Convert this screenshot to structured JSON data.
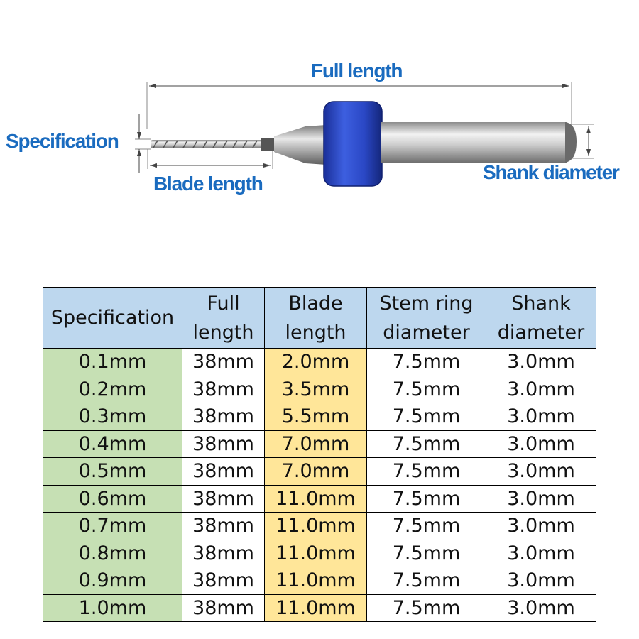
{
  "diagram": {
    "labels": {
      "full_length": "Full length",
      "specification": "Specification",
      "blade_length": "Blade length",
      "shank_diameter": "Shank diameter"
    },
    "colors": {
      "label": "#1a6bbf",
      "collar": "#2244bb",
      "steel": "#b8b8b8"
    }
  },
  "table": {
    "headers": [
      [
        "Specification"
      ],
      [
        "Full",
        "length"
      ],
      [
        "Blade",
        "length"
      ],
      [
        "Stem ring",
        "diameter"
      ],
      [
        "Shank",
        "diameter"
      ]
    ],
    "rows": [
      [
        "0.1mm",
        "38mm",
        "2.0mm",
        "7.5mm",
        "3.0mm"
      ],
      [
        "0.2mm",
        "38mm",
        "3.5mm",
        "7.5mm",
        "3.0mm"
      ],
      [
        "0.3mm",
        "38mm",
        "5.5mm",
        "7.5mm",
        "3.0mm"
      ],
      [
        "0.4mm",
        "38mm",
        "7.0mm",
        "7.5mm",
        "3.0mm"
      ],
      [
        "0.5mm",
        "38mm",
        "7.0mm",
        "7.5mm",
        "3.0mm"
      ],
      [
        "0.6mm",
        "38mm",
        "11.0mm",
        "7.5mm",
        "3.0mm"
      ],
      [
        "0.7mm",
        "38mm",
        "11.0mm",
        "7.5mm",
        "3.0mm"
      ],
      [
        "0.8mm",
        "38mm",
        "11.0mm",
        "7.5mm",
        "3.0mm"
      ],
      [
        "0.9mm",
        "38mm",
        "11.0mm",
        "7.5mm",
        "3.0mm"
      ],
      [
        "1.0mm",
        "38mm",
        "11.0mm",
        "7.5mm",
        "3.0mm"
      ]
    ],
    "colors": {
      "header_bg": "#bdd7ee",
      "spec_col_bg": "#c6e0b4",
      "blade_col_bg": "#ffe699"
    }
  }
}
